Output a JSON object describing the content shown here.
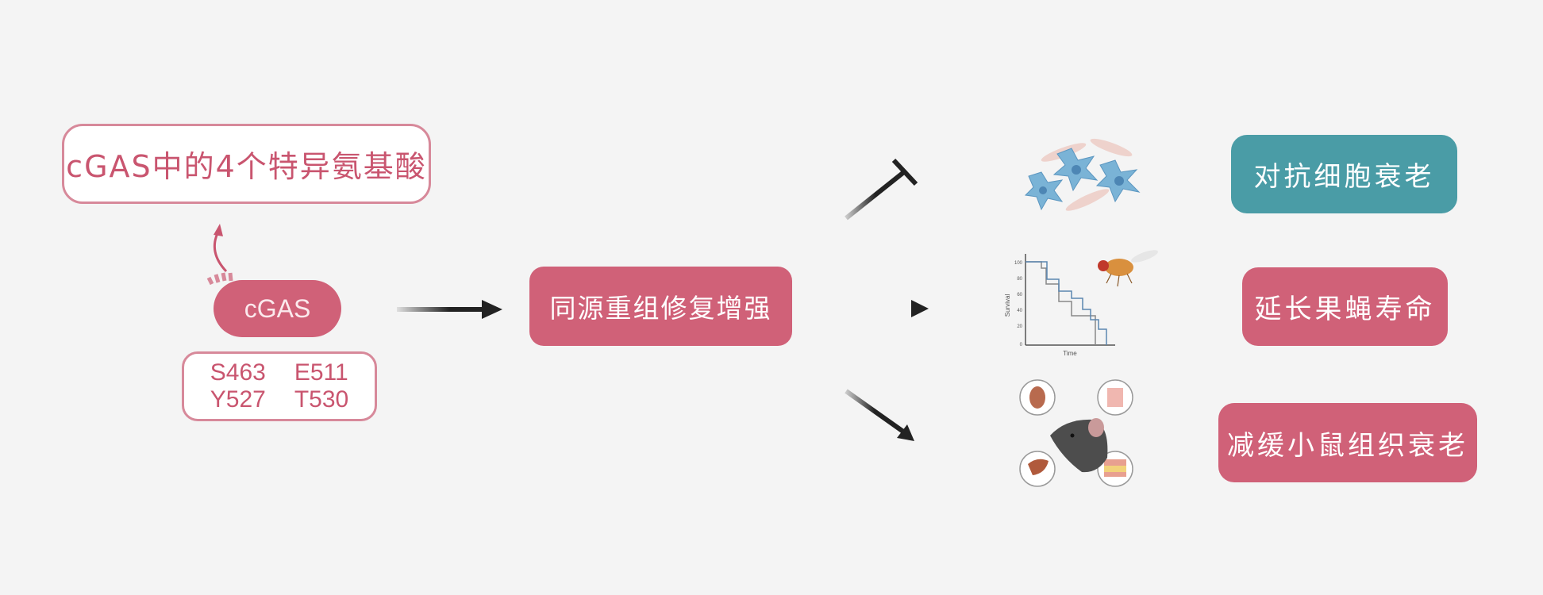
{
  "annotation": {
    "label": "cGAS中的4个特异氨基酸"
  },
  "protein": {
    "name": "cGAS"
  },
  "residues": [
    "S463",
    "E511",
    "Y527",
    "T530"
  ],
  "center": {
    "label": "同源重组修复增强"
  },
  "outcomes": [
    {
      "label": "对抗细胞衰老",
      "relation": "inhibit",
      "color": "#4a9ca6"
    },
    {
      "label": "延长果蝇寿命",
      "relation": "promote",
      "color": "#d06178"
    },
    {
      "label": "减缓小鼠组织衰老",
      "relation": "promote",
      "color": "#d06178"
    }
  ],
  "survival_plot": {
    "ylabel": "Survival",
    "xlabel": "Time",
    "yticks": [
      "100",
      "80",
      "60",
      "40",
      "20",
      "0"
    ]
  },
  "colors": {
    "background": "#f4f4f4",
    "pink": "#d06178",
    "teal": "#4a9ca6",
    "arrow": "#222222"
  }
}
